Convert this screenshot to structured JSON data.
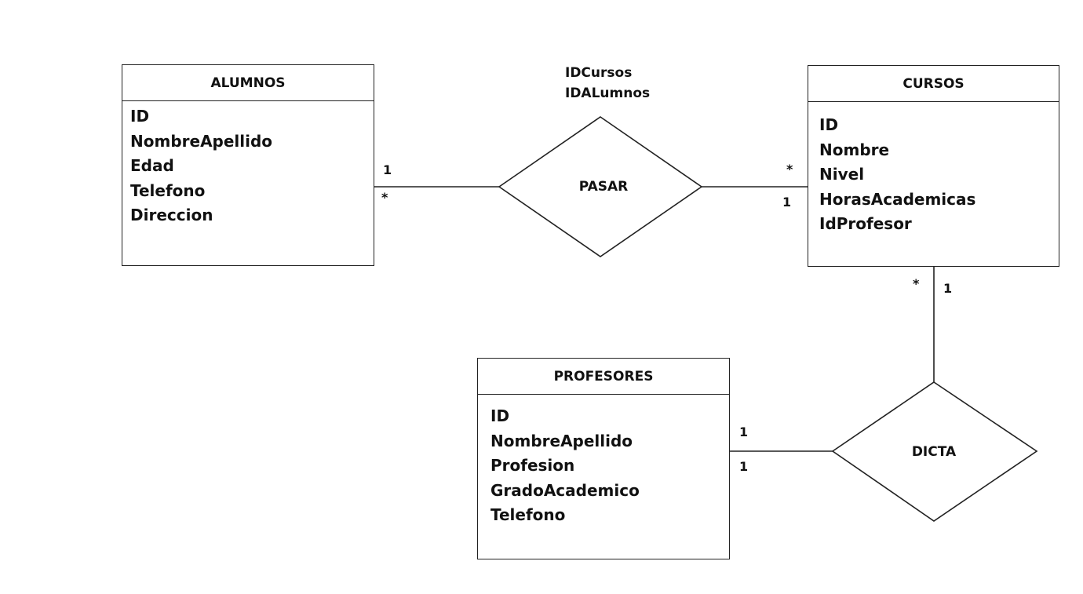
{
  "entities": {
    "alumnos": {
      "title": "ALUMNOS",
      "attributes": [
        "ID",
        "NombreApellido",
        "Edad",
        "Telefono",
        "Direccion"
      ]
    },
    "cursos": {
      "title": "CURSOS",
      "attributes": [
        "ID",
        "Nombre",
        "Nivel",
        "HorasAcademicas",
        "IdProfesor"
      ]
    },
    "profesores": {
      "title": "PROFESORES",
      "attributes": [
        "ID",
        "NombreApellido",
        "Profesion",
        "GradoAcademico",
        "Telefono"
      ]
    }
  },
  "relationships": {
    "pasar": {
      "name": "PASAR",
      "attributes": [
        "IDCursos",
        "IDALumnos"
      ],
      "card_alumnos_top": "1",
      "card_alumnos_bottom": "*",
      "card_cursos_top": "*",
      "card_cursos_bottom": "1"
    },
    "dicta": {
      "name": "DICTA",
      "card_cursos_left": "*",
      "card_cursos_right": "1",
      "card_profesores_top": "1",
      "card_profesores_bottom": "1"
    }
  }
}
